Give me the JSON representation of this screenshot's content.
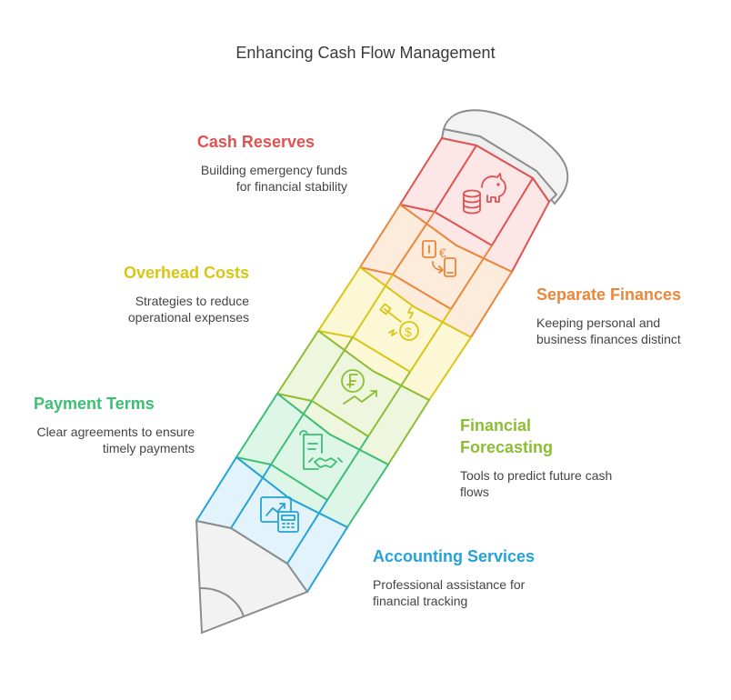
{
  "title": "Enhancing Cash Flow Management",
  "items": [
    {
      "heading": "Cash Reserves",
      "desc_line1": "Building emergency funds",
      "desc_line2": "for financial stability",
      "color": "#e05252",
      "icon": "piggy-bank-coins-icon"
    },
    {
      "heading": "Separate Finances",
      "desc_line1": "Keeping personal and",
      "desc_line2": "business finances distinct",
      "color": "#e9873a",
      "icon": "currency-exchange-wallet-phone-icon"
    },
    {
      "heading": "Overhead Costs",
      "desc_line1": "Strategies to reduce",
      "desc_line2": "operational expenses",
      "color": "#d9c514",
      "icon": "cost-reduction-dollar-icon"
    },
    {
      "heading": "Financial",
      "heading_line2": "Forecasting",
      "desc_line1": "Tools to predict future cash",
      "desc_line2": "flows",
      "color": "#8cbd35",
      "icon": "franc-coin-growth-arrow-icon"
    },
    {
      "heading": "Payment Terms",
      "desc_line1": "Clear agreements to ensure",
      "desc_line2": "timely payments",
      "color": "#3cbf73",
      "icon": "contract-handshake-icon"
    },
    {
      "heading": "Accounting Services",
      "desc_line1": "Professional assistance for",
      "desc_line2": "financial tracking",
      "color": "#23a3d8",
      "icon": "chart-calculator-icon"
    }
  ]
}
